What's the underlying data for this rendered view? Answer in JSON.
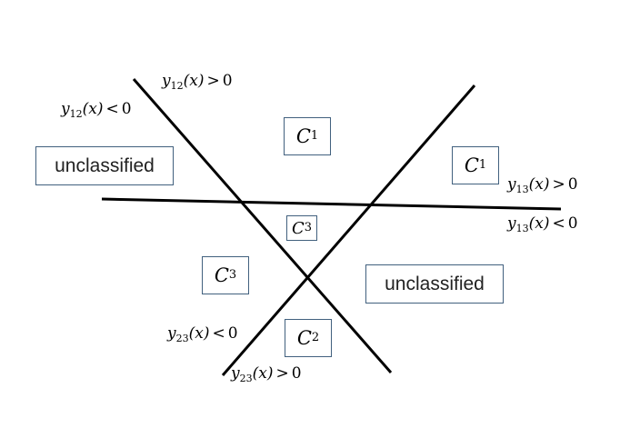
{
  "regions": [
    {
      "letter": "C",
      "sub": "1"
    },
    {
      "letter": "C",
      "sub": "1"
    },
    {
      "letter": "C",
      "sub": "3"
    },
    {
      "letter": "C",
      "sub": "3"
    },
    {
      "letter": "C",
      "sub": "2"
    }
  ],
  "unclassified": [
    "unclassified",
    "unclassified"
  ],
  "conditions": {
    "y12_pos": {
      "fn": "y",
      "sub": "12",
      "arg": "(x)",
      "op": ">",
      "rhs": "0"
    },
    "y12_neg": {
      "fn": "y",
      "sub": "12",
      "arg": "(x)",
      "op": "<",
      "rhs": "0"
    },
    "y13_pos": {
      "fn": "y",
      "sub": "13",
      "arg": "(x)",
      "op": ">",
      "rhs": "0"
    },
    "y13_neg": {
      "fn": "y",
      "sub": "13",
      "arg": "(x)",
      "op": "<",
      "rhs": "0"
    },
    "y23_neg": {
      "fn": "y",
      "sub": "23",
      "arg": "(x)",
      "op": "<",
      "rhs": "0"
    },
    "y23_pos": {
      "fn": "y",
      "sub": "23",
      "arg": "(x)",
      "op": ">",
      "rhs": "0"
    }
  },
  "colors": {
    "line": "#000000",
    "box_border": "#41607e"
  }
}
